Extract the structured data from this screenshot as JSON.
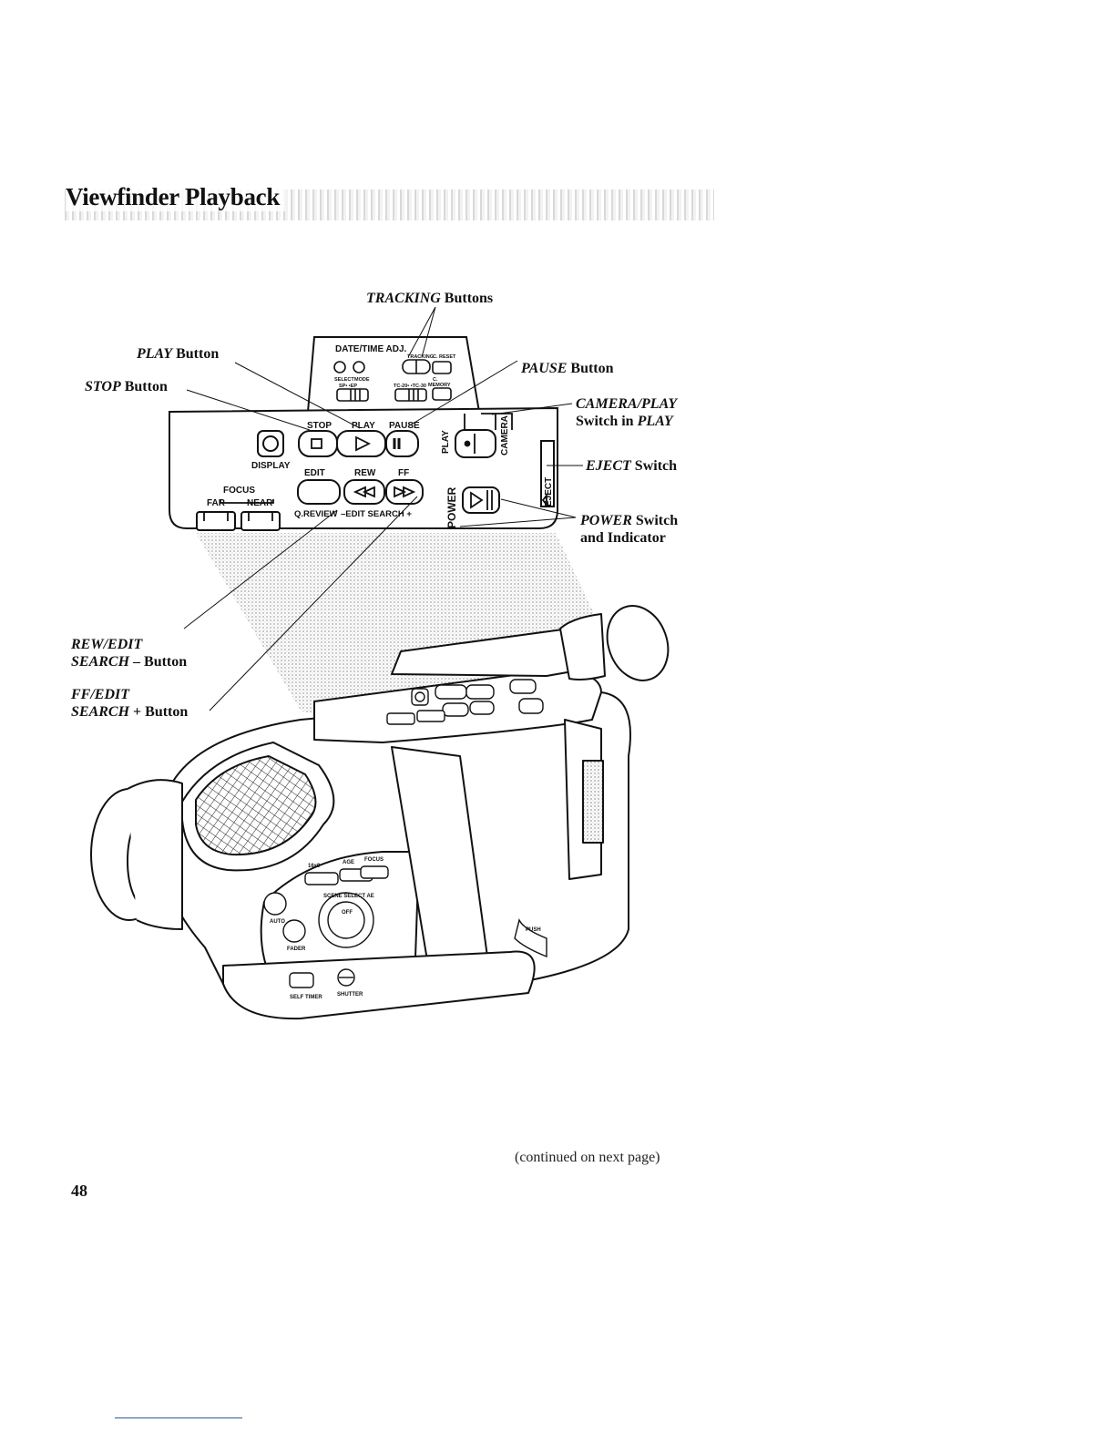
{
  "header": {
    "title": "Viewfinder Playback"
  },
  "callouts": {
    "tracking": {
      "name": "TRACKING",
      "rest": " Buttons"
    },
    "play": {
      "name": "PLAY",
      "rest": " Button"
    },
    "stop": {
      "name": "STOP",
      "rest": " Button"
    },
    "pause": {
      "name": "PAUSE",
      "rest": " Button"
    },
    "camera_play": {
      "name": "CAMERA/PLAY",
      "line2_text": "Switch in ",
      "line2_em": "PLAY"
    },
    "eject": {
      "name": "EJECT",
      "rest": " Switch"
    },
    "power": {
      "name": "POWER",
      "rest": " Switch",
      "line2": "and Indicator"
    },
    "rew_edit": {
      "name": "REW/EDIT",
      "line2_em": "SEARCH",
      "line2_rest": " – Button"
    },
    "ff_edit": {
      "name": "FF/EDIT",
      "line2_em": "SEARCH",
      "line2_rest": " + Button"
    }
  },
  "panel": {
    "date_time_adj": "DATE/TIME ADJ.",
    "tracking": "TRACKING",
    "c_reset": "C. RESET",
    "select": "SELECT",
    "mode": "MODE",
    "c_memory_c": "C.",
    "memory": "MEMORY",
    "sp_ep": "SP• •EP",
    "tc": "TC-20• •TC-30",
    "stop": "STOP",
    "play": "PLAY",
    "pause": "PAUSE",
    "display": "DISPLAY",
    "edit": "EDIT",
    "rew": "REW",
    "ff": "FF",
    "focus": "FOCUS",
    "far": "FAR",
    "near": "NEAR",
    "q_review": "Q.REVIEW",
    "edit_search": "–EDIT SEARCH +",
    "play_vertical": "PLAY",
    "camera_vertical": "CAMERA",
    "eject_vertical": "EJECT",
    "power_vertical": "POWER"
  },
  "camera_body": {
    "ratio_16x9": "16x9",
    "age": "AGE",
    "focus": "FOCUS",
    "scene_select_ae": "SCENE SELECT AE",
    "auto": "AUTO",
    "fader": "FADER",
    "off": "OFF",
    "self_timer": "SELF TIMER",
    "shutter": "SHUTTER",
    "push": "PUSH"
  },
  "footer": {
    "continued": "(continued on next page)",
    "page_number": "48"
  }
}
